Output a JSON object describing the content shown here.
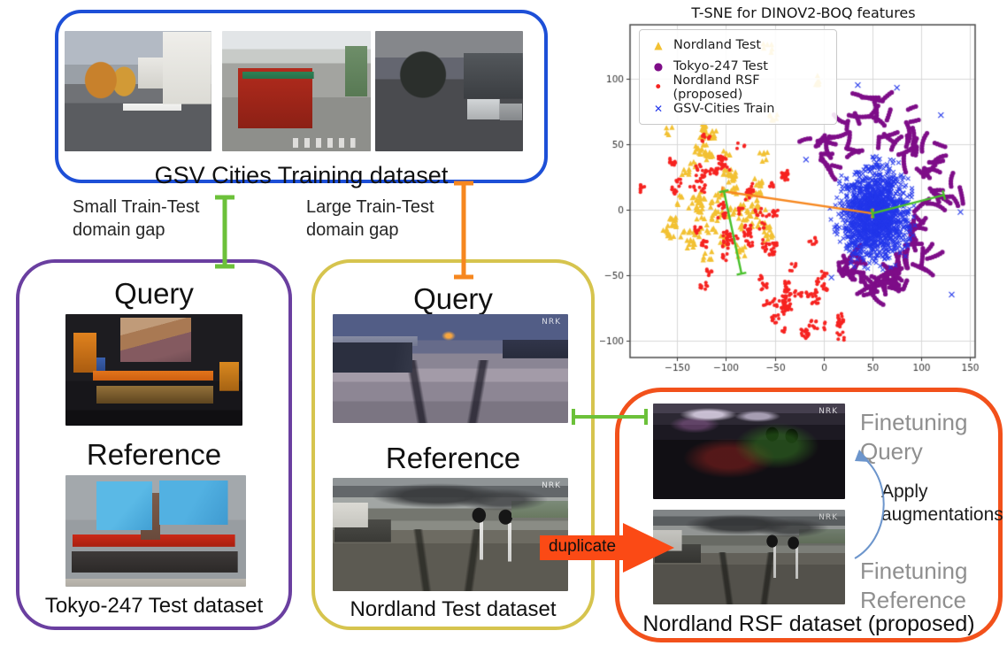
{
  "figure": {
    "gsv": {
      "caption": "GSV Cities Training dataset"
    },
    "gap_small": "Small Train-Test\ndomain gap",
    "gap_large": "Large Train-Test\ndomain gap",
    "tokyo": {
      "query": "Query",
      "reference": "Reference",
      "caption": "Tokyo-247 Test dataset"
    },
    "nordland": {
      "query": "Query",
      "reference": "Reference",
      "caption": "Nordland Test dataset",
      "watermark": "NRK"
    },
    "rsf": {
      "finetuning_query": "Finetuning\nQuery",
      "apply": "Apply\naugmentations",
      "finetuning_reference": "Finetuning\nReference",
      "caption": "Nordland RSF dataset (proposed)",
      "watermark": "NRK"
    },
    "duplicate": "duplicate",
    "colors": {
      "gsv_border": "#1d4fd7",
      "tokyo_border": "#6a3fa0",
      "nordland_border": "#d6c44e",
      "rsf_border": "#f2511b",
      "small_gap_bar": "#6cc13a",
      "large_gap_bar": "#f6871f",
      "duplicate_arrow": "#fb4a15",
      "apply_arrow": "#6c95cc",
      "gray_label": "#8f8f8f"
    }
  },
  "chart_data": {
    "type": "scatter",
    "title": "T-SNE for DINOV2-BOQ features",
    "xlabel": "",
    "ylabel": "",
    "xlim": [
      -198,
      155
    ],
    "ylim": [
      -113,
      141
    ],
    "x_ticks": [
      -150,
      -100,
      -50,
      0,
      50,
      100,
      150
    ],
    "y_ticks": [
      100,
      50,
      0,
      -50,
      -100
    ],
    "grid": true,
    "legend_position": "upper left",
    "series": [
      {
        "name": "Nordland Test",
        "marker": "triangle",
        "color": "#f2c133",
        "clusters": [
          {
            "center": [
              -105,
              8
            ],
            "std": [
              30,
              27
            ],
            "blobs": 52,
            "range_x": [
              -168,
              -30
            ],
            "range_y": [
              -55,
              62
            ]
          }
        ],
        "extra_blobs": [
          [
            -57,
            123
          ],
          [
            -7,
            98
          ],
          [
            -51,
            71
          ],
          [
            -62,
            40
          ]
        ]
      },
      {
        "name": "Tokyo-247 Test",
        "marker": "circle",
        "color": "#7e0d88",
        "ring": {
          "center": [
            55,
            -2
          ],
          "radius_min": 50,
          "radius_max": 90,
          "angle_min": -2.3,
          "angle_max": 2.6,
          "worms": 112
        }
      },
      {
        "name": "Nordland RSF (proposed)",
        "marker": "dot",
        "color": "#f62320",
        "clusters": [
          {
            "center": [
              -92,
              -5
            ],
            "std": [
              42,
              28
            ],
            "blobs": 50,
            "range_x": [
              -185,
              8
            ],
            "range_y": [
              -58,
              55
            ]
          },
          {
            "center": [
              -22,
              -80
            ],
            "std": [
              25,
              15
            ],
            "blobs": 26,
            "range_x": [
              -70,
              18
            ],
            "range_y": [
              -110,
              -48
            ]
          }
        ]
      },
      {
        "name": "GSV-Cities Train",
        "marker": "x",
        "color": "#2236ea",
        "gaussian": {
          "center": [
            52,
            -3
          ],
          "std": 17,
          "count": 1500,
          "max_r": 46
        },
        "outliers": [
          [
            35,
            95
          ],
          [
            75,
            93
          ],
          [
            120,
            72
          ],
          [
            140,
            -2
          ],
          [
            131,
            -65
          ],
          [
            -18,
            38
          ],
          [
            30,
            -33
          ],
          [
            8,
            -52
          ]
        ]
      }
    ],
    "annotation_lines": [
      {
        "color": "#f6871f",
        "from": [
          -104,
          14
        ],
        "to": [
          50,
          -3
        ]
      },
      {
        "color": "#47c02a",
        "from": [
          -102,
          14
        ],
        "to": [
          -84,
          -49
        ]
      },
      {
        "color": "#47c02a",
        "from": [
          50,
          -3
        ],
        "to": [
          123,
          11
        ]
      }
    ]
  }
}
